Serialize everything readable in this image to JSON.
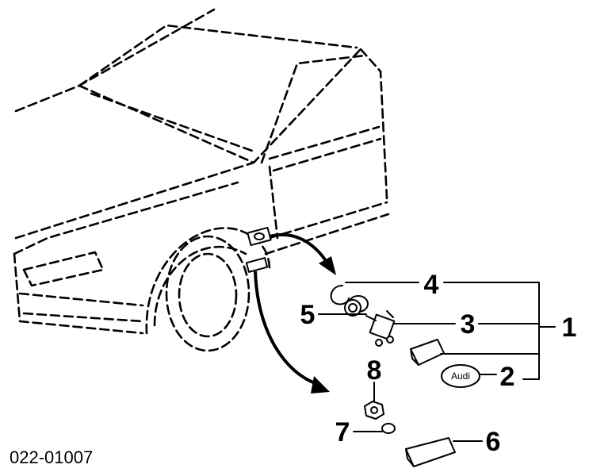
{
  "diagram": {
    "reference_code": "022-01007",
    "badge_text": "Audi",
    "callouts": [
      {
        "id": "1",
        "label": "1"
      },
      {
        "id": "2",
        "label": "2"
      },
      {
        "id": "3",
        "label": "3"
      },
      {
        "id": "4",
        "label": "4"
      },
      {
        "id": "5",
        "label": "5"
      },
      {
        "id": "6",
        "label": "6"
      },
      {
        "id": "7",
        "label": "7"
      },
      {
        "id": "8",
        "label": "8"
      }
    ]
  }
}
